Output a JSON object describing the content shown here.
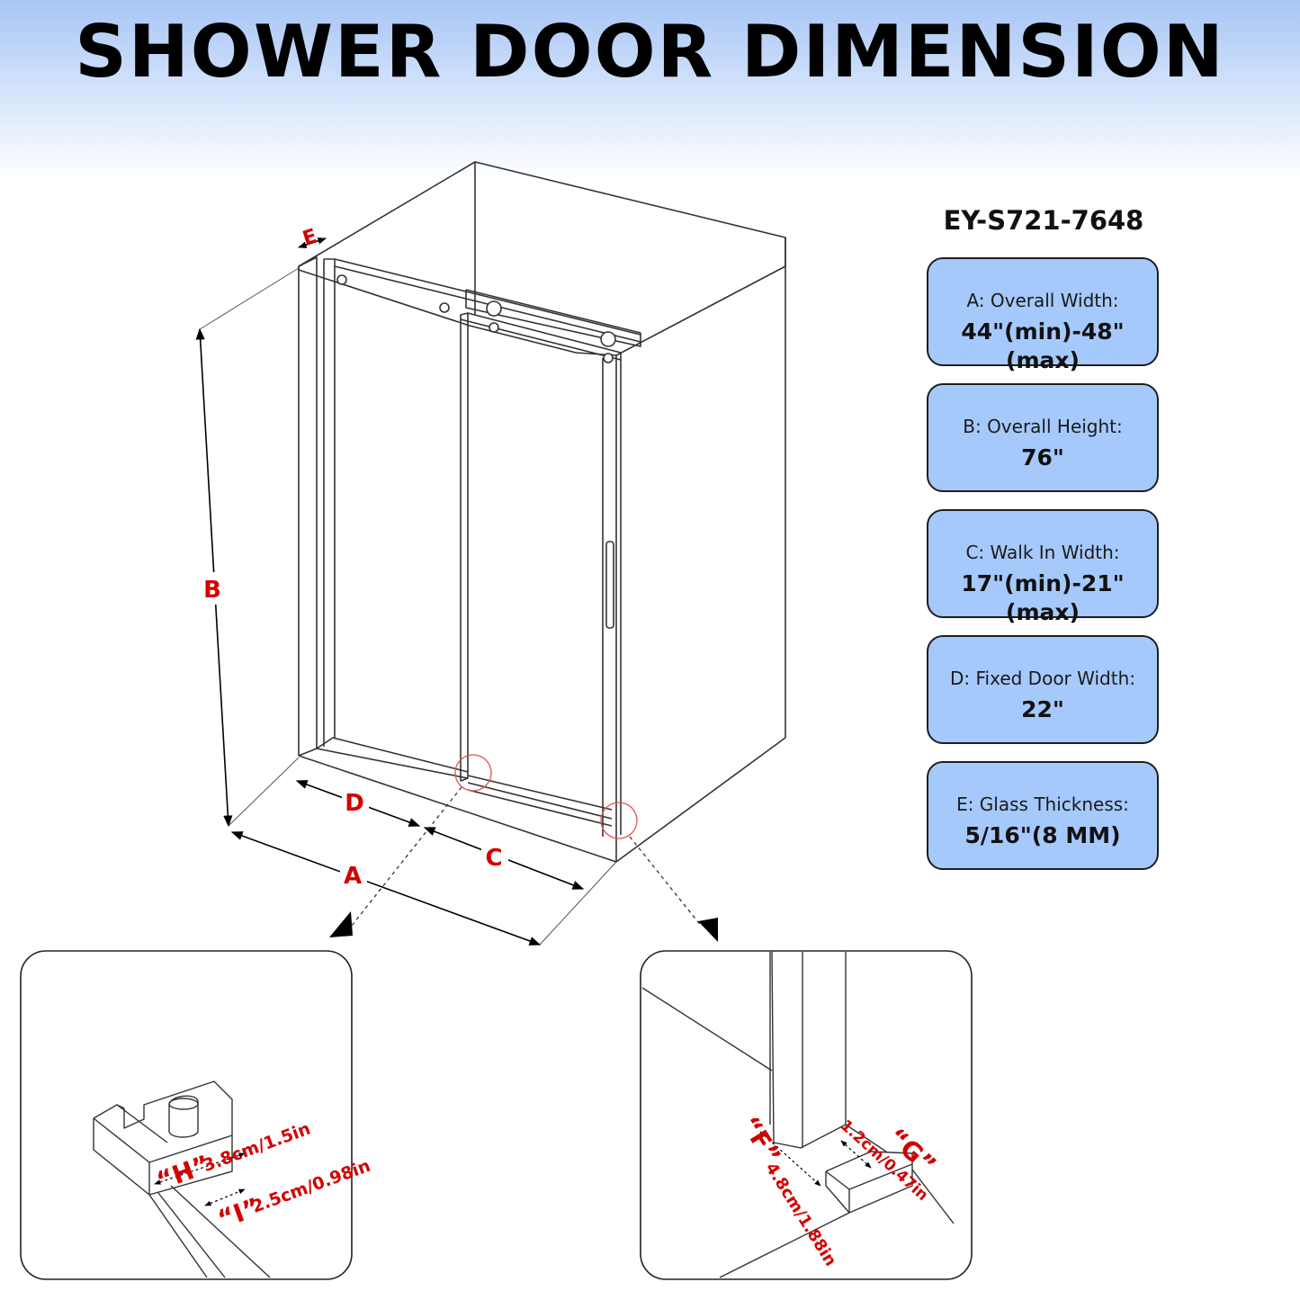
{
  "title": "SHOWER DOOR DIMENSION",
  "model": "EY-S721-7648",
  "specs": [
    {
      "label": "A: Overall Width:",
      "value": "44\"(min)-48\"(max)"
    },
    {
      "label": "B: Overall Height:",
      "value": "76\""
    },
    {
      "label": "C: Walk In Width:",
      "value": "17\"(min)-21\"(max)"
    },
    {
      "label": "D: Fixed Door Width:",
      "value": "22\""
    },
    {
      "label": "E: Glass Thickness:",
      "value": "5/16\"(8 MM)"
    }
  ],
  "diagram_labels": {
    "a": "A",
    "b": "B",
    "c": "C",
    "d": "D",
    "e": "E",
    "f": "“F”",
    "g": "“G”",
    "h": "“H”",
    "i": "“I”"
  },
  "detail_measures": {
    "h": "3.8cm/1.5in",
    "i": "2.5cm/0.98in",
    "f": "4.8cm/1.88in",
    "g": "1.2cm/0.47in"
  },
  "colors": {
    "accent_blue": "#a6c9fb",
    "label_red": "#d40000"
  }
}
